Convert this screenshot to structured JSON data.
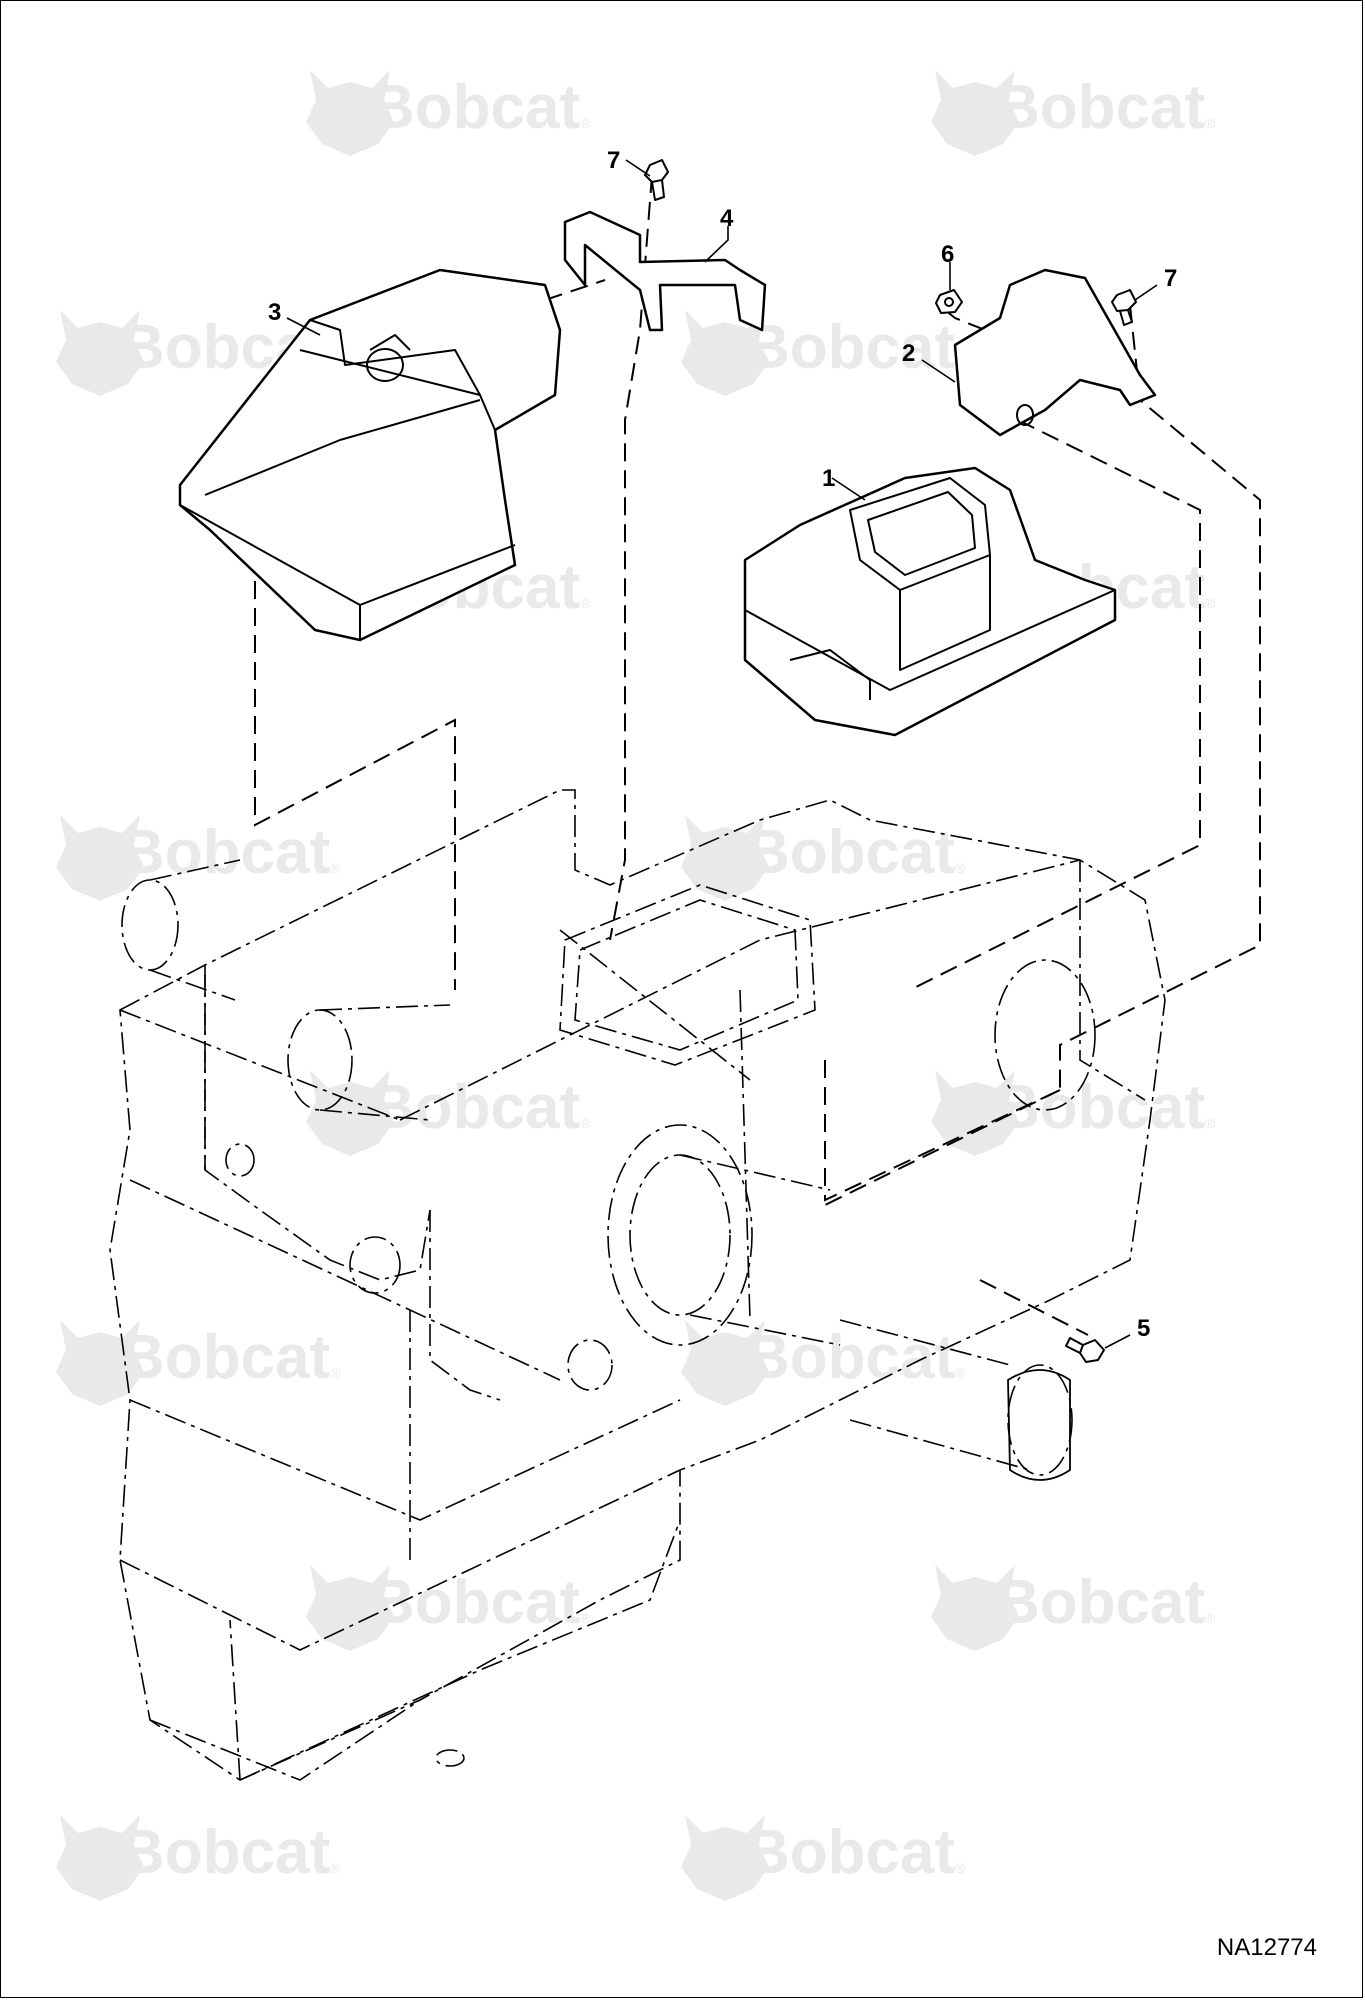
{
  "watermark": {
    "text": "Bobcat",
    "mark": "®",
    "logo_icon": "bobcat-head-icon",
    "color": "#e9e9e9"
  },
  "drawing_ref": "NA12774",
  "callouts": [
    {
      "id": "callout-1",
      "label": "1"
    },
    {
      "id": "callout-2",
      "label": "2"
    },
    {
      "id": "callout-3",
      "label": "3"
    },
    {
      "id": "callout-4",
      "label": "4"
    },
    {
      "id": "callout-5",
      "label": "5"
    },
    {
      "id": "callout-6",
      "label": "6"
    },
    {
      "id": "callout-7a",
      "label": "7"
    },
    {
      "id": "callout-7b",
      "label": "7"
    }
  ]
}
